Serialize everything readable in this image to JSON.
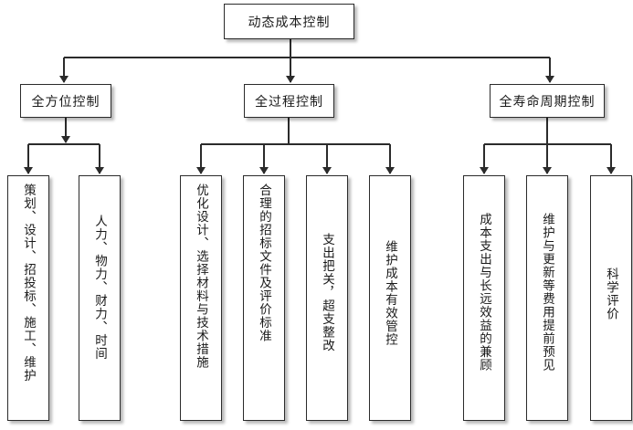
{
  "root": "动态成本控制",
  "branches": [
    {
      "label": "全方位控制",
      "children": [
        "策划、设计、招投标、施工、维护",
        "人力、物力、财力、时间"
      ]
    },
    {
      "label": "全过程控制",
      "children": [
        "优化设计、选择材料与技术措施",
        "合理的招标文件及评价标准",
        "支出把关，超支整改",
        "维护成本有效管控"
      ]
    },
    {
      "label": "全寿命周期控制",
      "children": [
        "成本支出与长远效益的兼顾",
        "维护与更新等费用提前预见",
        "科学评价"
      ]
    }
  ]
}
